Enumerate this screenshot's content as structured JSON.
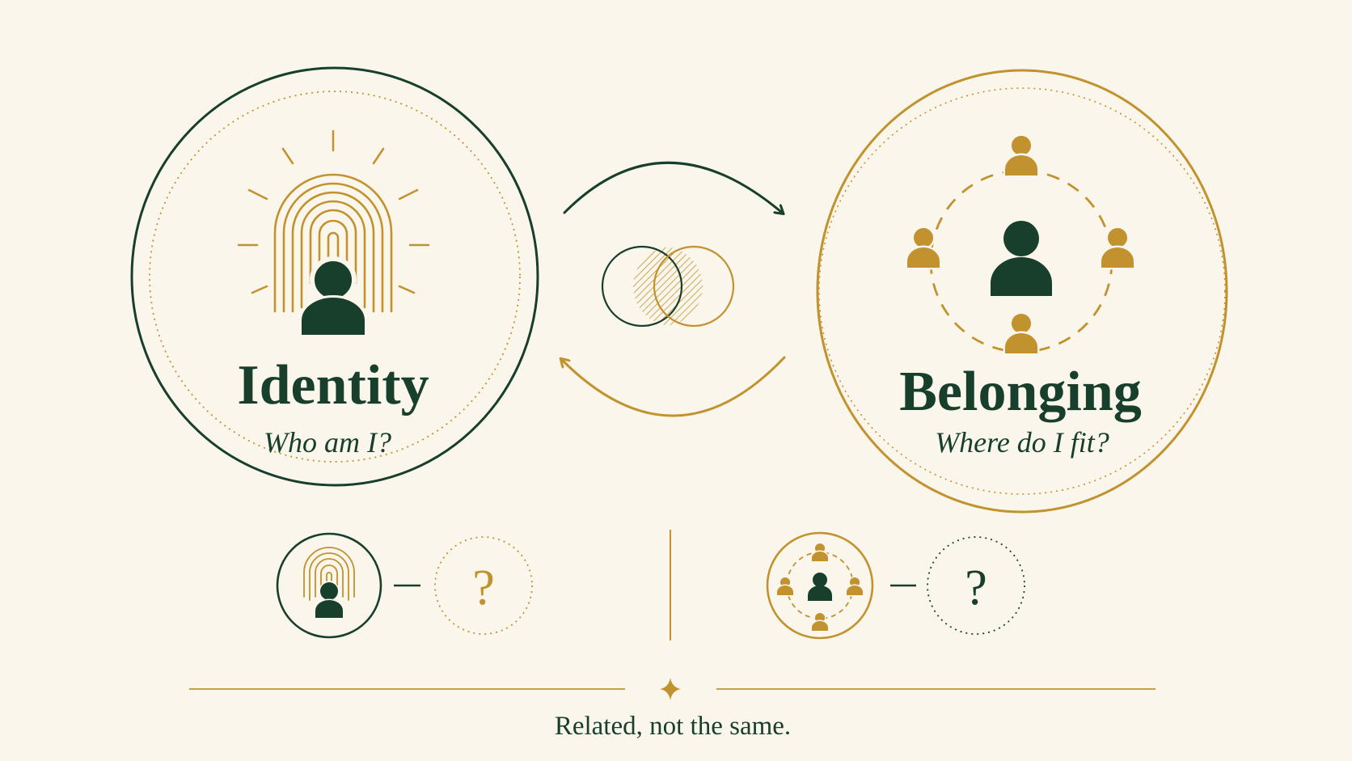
{
  "colors": {
    "background": "#fbf6ec",
    "green": "#173f2c",
    "gold": "#c1922d"
  },
  "identity": {
    "title": "Identity",
    "question": "Who am I?",
    "icon": "fingerprint-person-icon"
  },
  "belonging": {
    "title": "Belonging",
    "question": "Where do I fit?",
    "icon": "person-network-icon"
  },
  "center": {
    "top_arrow_icon": "arrow-curve-right-icon",
    "overlap_icon": "overlapping-circles-icon",
    "bottom_arrow_icon": "arrow-curve-left-icon"
  },
  "bottom_row": {
    "identity_badge_icon": "fingerprint-person-icon",
    "identity_unknown": "?",
    "belonging_badge_icon": "person-network-icon",
    "belonging_unknown": "?"
  },
  "footer": {
    "caption": "Related, not the same.",
    "ornament_icon": "sparkle-icon"
  }
}
